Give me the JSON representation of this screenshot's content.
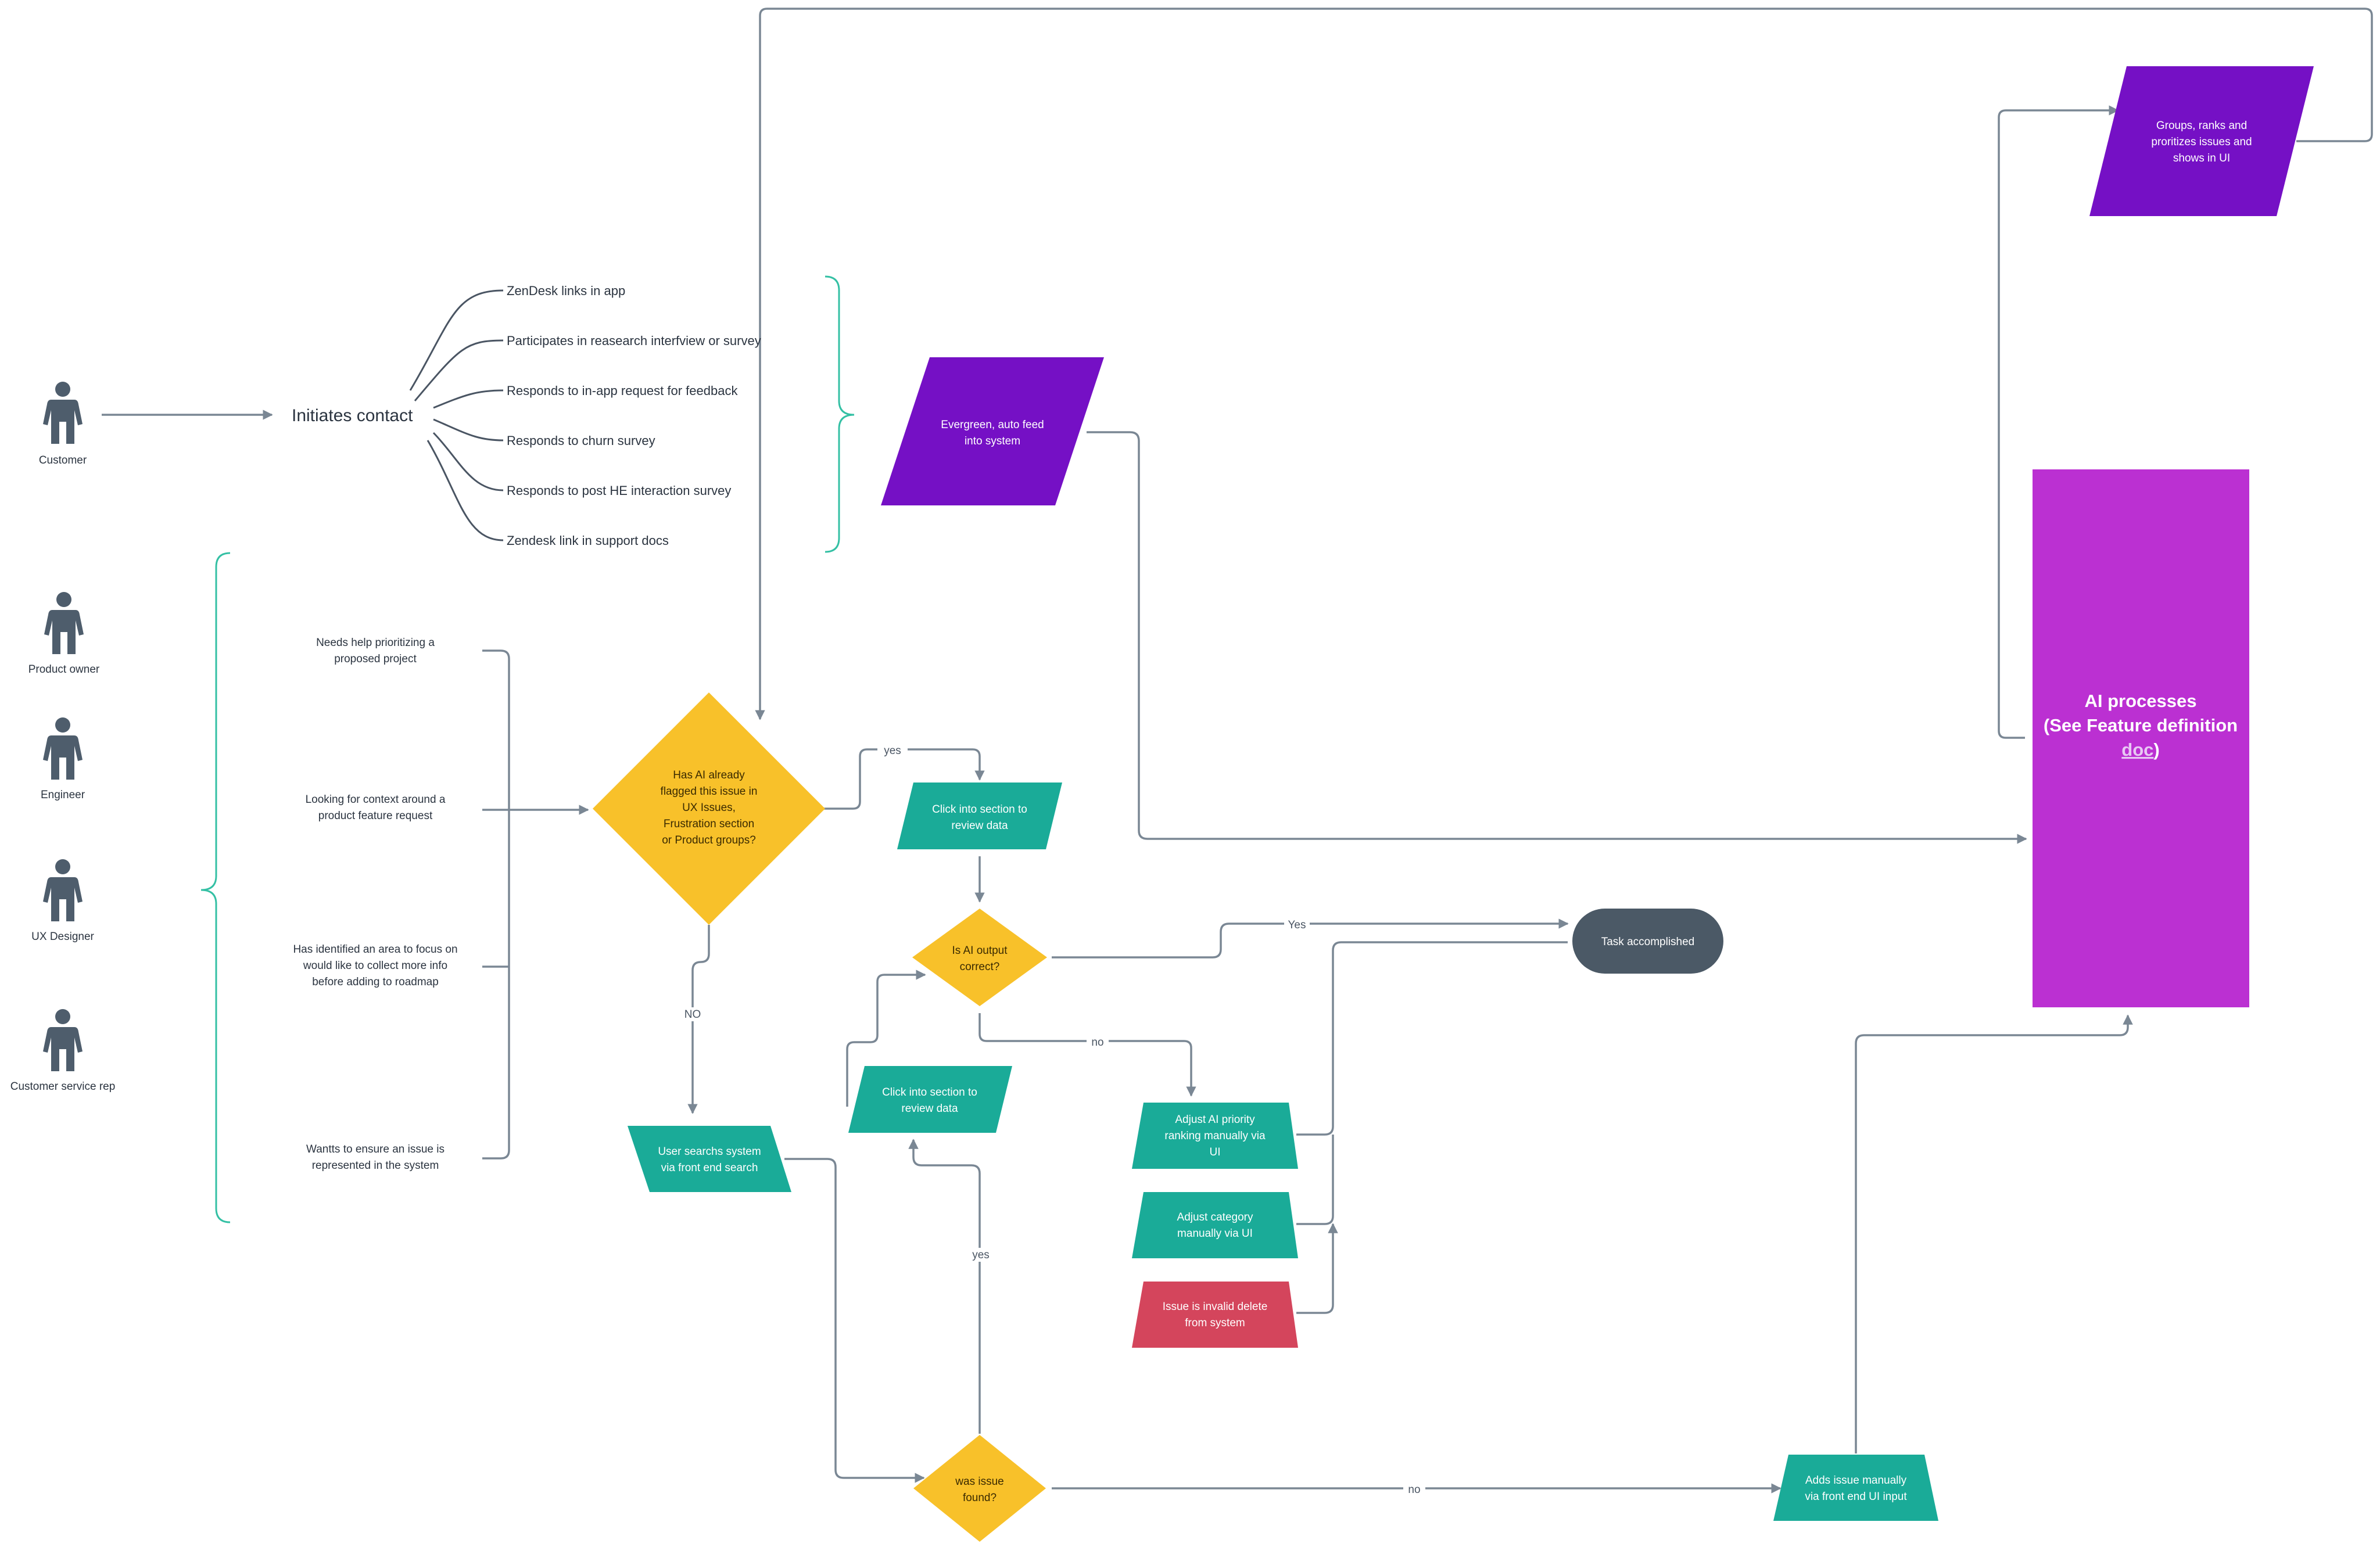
{
  "actors": {
    "customer": "Customer",
    "product_owner": "Product owner",
    "engineer": "Engineer",
    "ux_designer": "UX Designer",
    "customer_service": "Customer service rep"
  },
  "initiates_contact": "Initiates contact",
  "contact_channels": [
    "ZenDesk links in app",
    "Participates in reasearch interfview or survey",
    "Responds to in-app request for feedback",
    "Responds to churn survey",
    "Responds to post HE interaction survey",
    "Zendesk link in support docs"
  ],
  "evergreen": [
    "Evergreen, auto feed",
    "into system"
  ],
  "groups_ranks": [
    "Groups, ranks and",
    "proritizes issues and",
    "shows in UI"
  ],
  "ai_processes": [
    "AI  processes",
    "(See Feature definition",
    "doc",
    ")"
  ],
  "needs": [
    [
      "Needs help prioritizing a",
      "proposed project"
    ],
    [
      "Looking for context around a",
      "product feature request"
    ],
    [
      "Has identified an area to focus on",
      "would like to collect more info",
      "before adding to roadmap"
    ],
    [
      "Wantts to ensure an issue is",
      "represented in the system"
    ]
  ],
  "decision_flagged": [
    "Has AI already",
    "flagged this issue in",
    "UX Issues,",
    "Frustration section",
    "or Product groups?"
  ],
  "click_review_1": [
    "Click into section to",
    "review data"
  ],
  "decision_ai_correct": [
    "Is AI output",
    "correct?"
  ],
  "click_review_2": [
    "Click into section to",
    "review data"
  ],
  "task_accomplished": "Task accomplished",
  "adjust_priority": [
    "Adjust AI priority",
    "ranking manually via",
    "UI"
  ],
  "adjust_category": [
    "Adjust category",
    "manually via UI"
  ],
  "invalid_delete": [
    "Issue is invalid delete",
    "from system"
  ],
  "user_searches": [
    "User searchs system",
    "via front end search"
  ],
  "decision_found": [
    "was issue",
    "found?"
  ],
  "adds_issue": [
    "Adds issue manually",
    "via front end UI input"
  ],
  "edge_labels": {
    "yes_1": "yes",
    "yes_task": "Yes",
    "no_adjust": "no",
    "no_search": "NO",
    "yes_found": "yes",
    "no_found": "no"
  },
  "colors": {
    "purple": "#7510c5",
    "magenta": "#bb30d2",
    "teal": "#1aab98",
    "yellow": "#f8c12a",
    "red": "#d4455c",
    "slate": "#4b5966",
    "connector": "#7a8794",
    "brace": "#34c0a4"
  }
}
